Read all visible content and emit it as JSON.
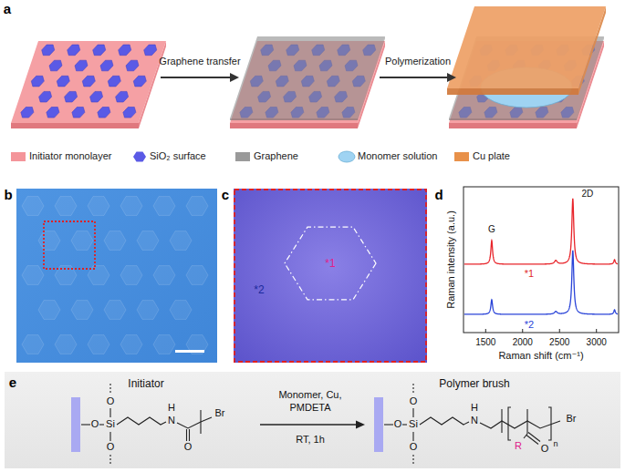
{
  "diagram": {
    "labels": [
      "a",
      "Graphene transfer",
      "Polymerization",
      "b",
      "c",
      "*1",
      "*2",
      "d",
      "G",
      "2D",
      "*1",
      "*2",
      "1500",
      "2000",
      "2500",
      "3000",
      "Raman shift (cm⁻¹)",
      "Raman intensity (a.u.)",
      "e",
      "Initiator",
      "O",
      "O",
      "Si",
      "O",
      "H",
      "N",
      "Br",
      "O",
      "Monomer, Cu, PMDETA",
      "RT, 1h",
      "Polymer brush",
      "O",
      "O",
      "Si",
      "O",
      "H",
      "N",
      "n",
      "Br",
      "R",
      "O"
    ],
    "legend": [
      {
        "text": "Initiator monolayer",
        "color": "#f4959a"
      },
      {
        "text": "SiO₂ surface"
      },
      {
        "text": "Graphene",
        "color": "#9a9a9a"
      },
      {
        "text": "Monomer solution"
      },
      {
        "text": "Cu plate",
        "color": "#e8914a"
      }
    ]
  }
}
